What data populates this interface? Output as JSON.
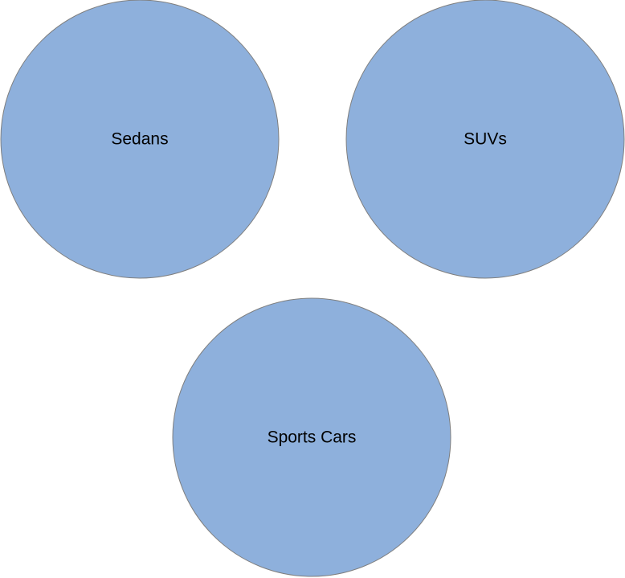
{
  "diagram": {
    "nodes": [
      {
        "id": "sedans",
        "label": "Sedans"
      },
      {
        "id": "suvs",
        "label": "SUVs"
      },
      {
        "id": "sports-cars",
        "label": "Sports Cars"
      }
    ]
  },
  "colors": {
    "node_fill": "#8eb0dc",
    "node_stroke": "#7f7f7f",
    "background": "#ffffff",
    "label": "#000000"
  }
}
